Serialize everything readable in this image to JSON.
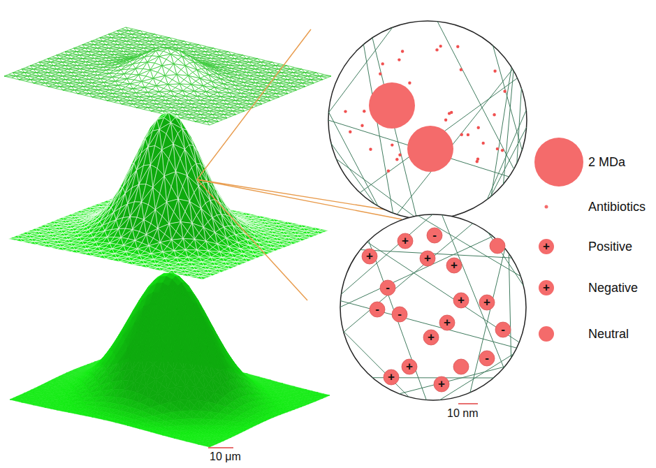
{
  "diagram": {
    "labels": [
      "10 μm",
      "10 nm",
      "+",
      "-",
      "+",
      "+",
      "+",
      "-",
      "-",
      "-",
      "+",
      "+",
      "+",
      "+",
      "-",
      "+",
      "-",
      "+",
      "+",
      "+",
      "+",
      "-"
    ],
    "legend": [
      {
        "text": "2 MDa",
        "color": "#f46b6b"
      },
      {
        "text": "Antibiotics",
        "color": "#f46b6b"
      },
      {
        "text": "Positive",
        "color": "#f46b6b"
      },
      {
        "text": "Negative",
        "color": "#f46b6b"
      },
      {
        "text": "Neutral",
        "color": "#f46b6b"
      }
    ]
  }
}
